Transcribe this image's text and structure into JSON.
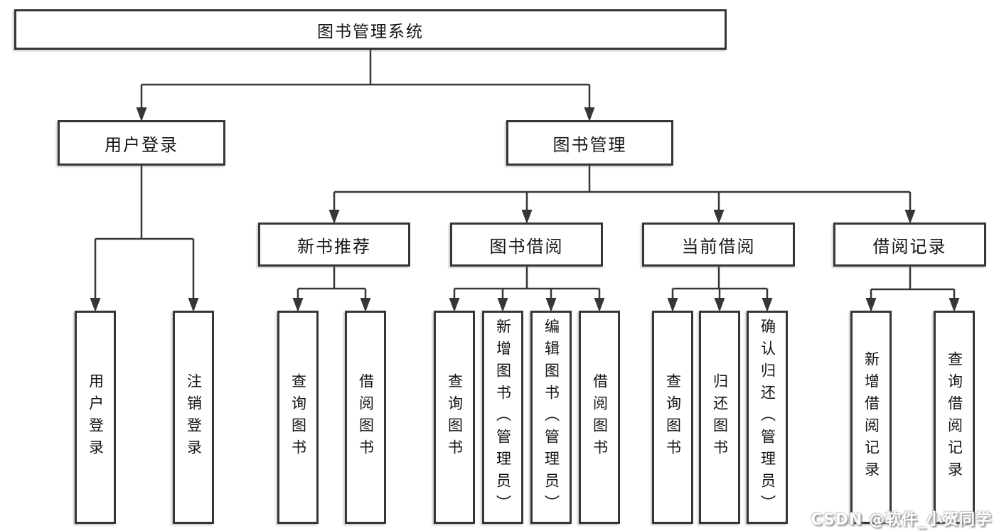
{
  "colors": {
    "line": "#363636",
    "box_border": "#363636",
    "text": "#141414",
    "background": "#ffffff",
    "watermark_text": "#ffffff",
    "watermark_shadow": "#8f8f8f"
  },
  "tree": {
    "label": "图书管理系统",
    "children": [
      {
        "label": "用户登录",
        "children": [
          {
            "label": "用户登录"
          },
          {
            "label": "注销登录"
          }
        ]
      },
      {
        "label": "图书管理",
        "children": [
          {
            "label": "新书推荐",
            "children": [
              {
                "label": "查询图书"
              },
              {
                "label": "借阅图书"
              }
            ]
          },
          {
            "label": "图书借阅",
            "children": [
              {
                "label": "查询图书"
              },
              {
                "label": "新增图书（管理员）"
              },
              {
                "label": "编辑图书（管理员）"
              },
              {
                "label": "借阅图书"
              }
            ]
          },
          {
            "label": "当前借阅",
            "children": [
              {
                "label": "查询图书"
              },
              {
                "label": "归还图书"
              },
              {
                "label": "确认归还（管理员）"
              }
            ]
          },
          {
            "label": "借阅记录",
            "children": [
              {
                "label": "新增借阅记录"
              },
              {
                "label": "查询借阅记录"
              }
            ]
          }
        ]
      }
    ]
  },
  "watermark": {
    "text": "CSDN @软件_小贺同学"
  }
}
